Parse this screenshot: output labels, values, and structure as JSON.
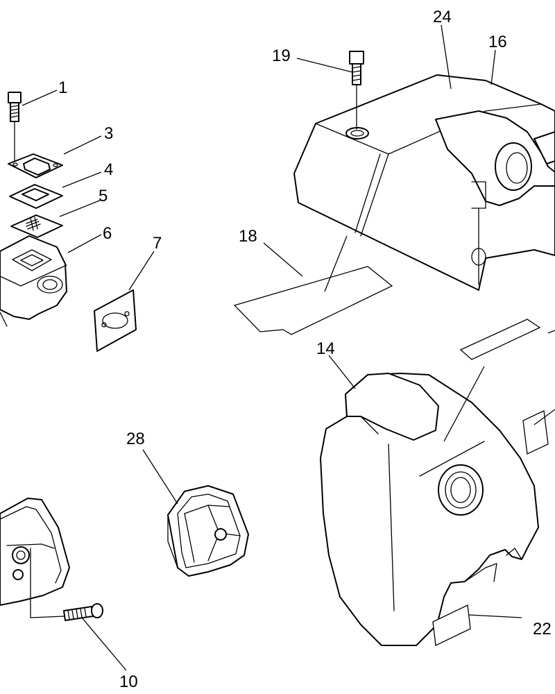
{
  "callouts": {
    "c1": "1",
    "c3": "3",
    "c4": "4",
    "c5": "5",
    "c6": "6",
    "c7": "7",
    "c10": "10",
    "c14": "14",
    "c16": "16",
    "c18": "18",
    "c19": "19",
    "c22": "22",
    "c24": "24",
    "c28": "28"
  },
  "colors": {
    "line": "#000000",
    "background": "#ffffff"
  }
}
